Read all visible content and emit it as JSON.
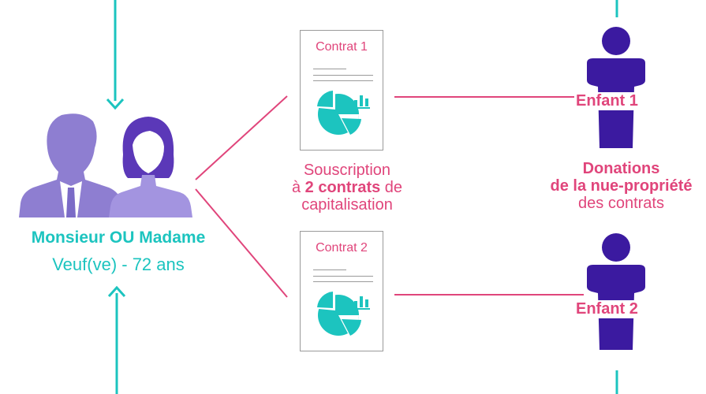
{
  "parents": {
    "name": "Monsieur OU Madame",
    "status": "Veuf(ve) - 72 ans"
  },
  "contracts": [
    {
      "label": "Contrat 1"
    },
    {
      "label": "Contrat 2"
    }
  ],
  "subscription": {
    "line1": "Souscription",
    "line2_prefix": "à ",
    "line2_bold": "2 contrats",
    "line2_suffix": " de",
    "line3": "capitalisation"
  },
  "children": [
    {
      "label": "Enfant 1"
    },
    {
      "label": "Enfant 2"
    }
  ],
  "donations": {
    "line1": "Donations",
    "line2": "de la nue-propriété",
    "line3": "des contrats"
  },
  "colors": {
    "teal": "#1cc4bf",
    "pink": "#e0457b",
    "purple": "#3b1aa0",
    "man": "#8e7ed1",
    "woman_hair": "#5b38b8",
    "woman_body": "#a394e0"
  }
}
